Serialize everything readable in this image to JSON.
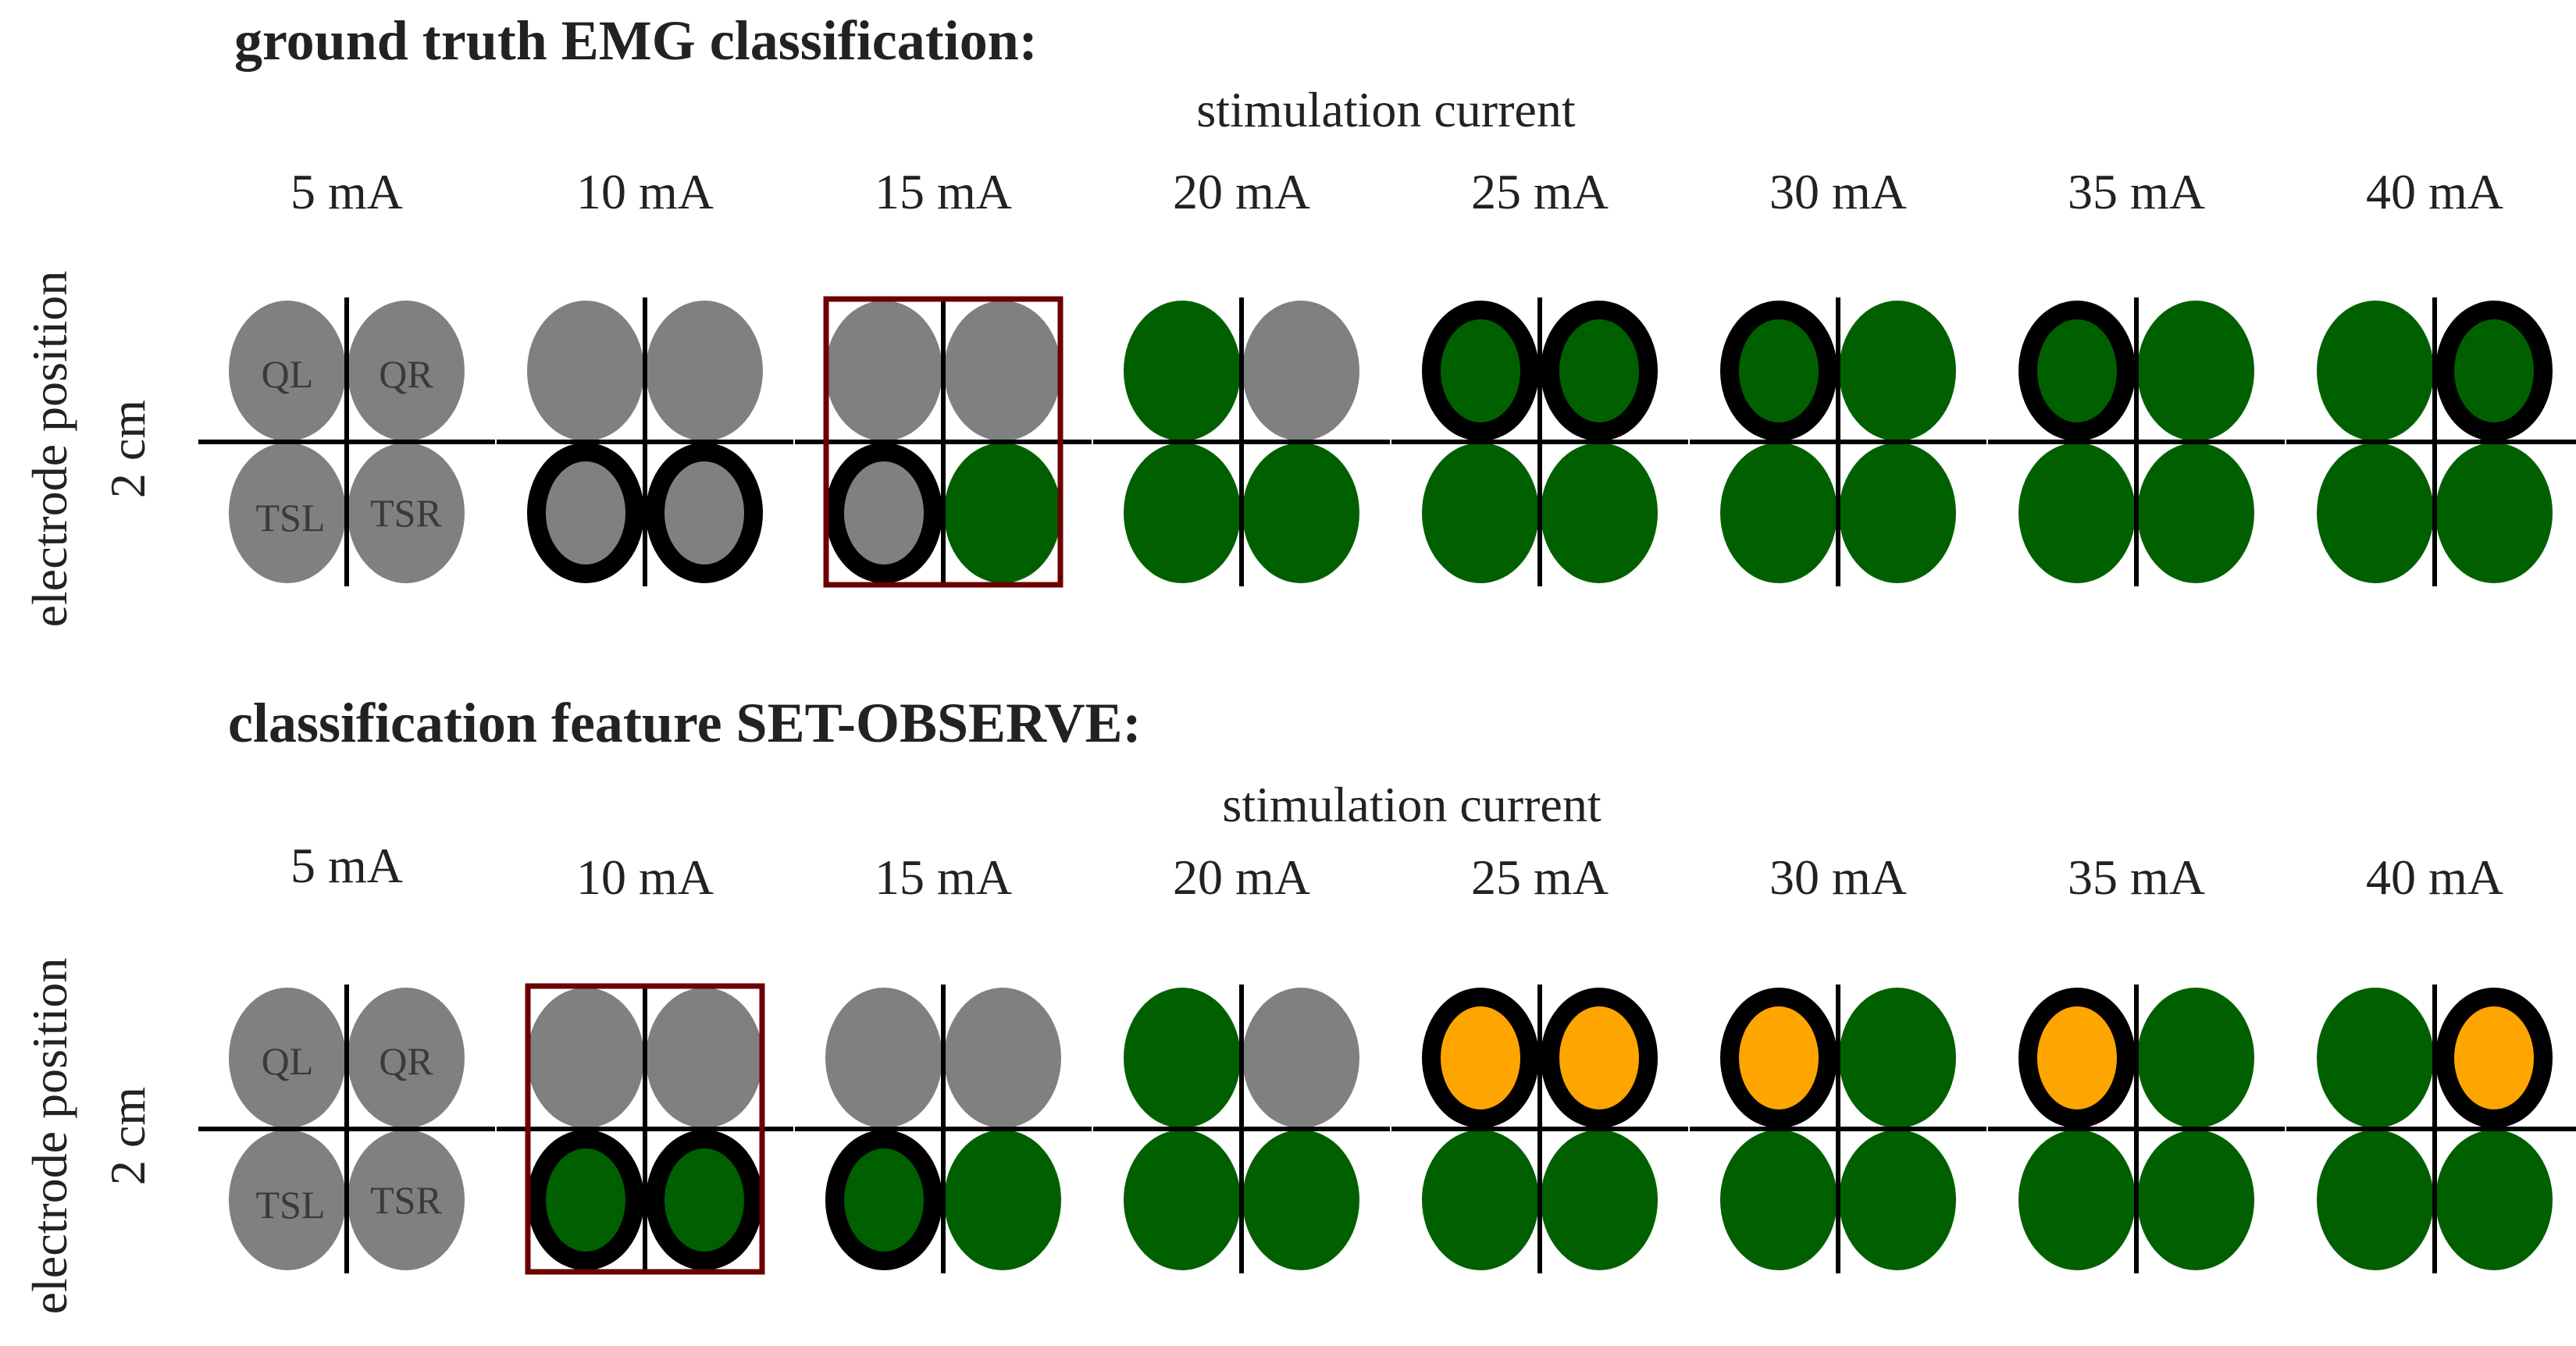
{
  "colors": {
    "inactive": "#808080",
    "active": "#006000",
    "predicted_active": "#FFA500",
    "outline": "#000000",
    "highlight_box": "#6B0000",
    "text": "#222222"
  },
  "panels": [
    {
      "title": "ground truth EMG classification:",
      "xlabel": "stimulation current",
      "ylabel_line1": "electrode position",
      "ylabel_line2": "2 cm",
      "muscle_labels": [
        "QL",
        "QR",
        "TSL",
        "TSR"
      ],
      "currents": [
        "5 mA",
        "10 mA",
        "15 mA",
        "20 mA",
        "25 mA",
        "30 mA",
        "35 mA",
        "40 mA"
      ],
      "highlight_index": 2,
      "states": [
        {
          "fill": [
            "gray",
            "gray",
            "gray",
            "gray"
          ],
          "ring": [
            false,
            false,
            false,
            false
          ]
        },
        {
          "fill": [
            "gray",
            "gray",
            "gray",
            "gray"
          ],
          "ring": [
            false,
            false,
            true,
            true
          ]
        },
        {
          "fill": [
            "gray",
            "gray",
            "gray",
            "green"
          ],
          "ring": [
            false,
            false,
            true,
            false
          ]
        },
        {
          "fill": [
            "green",
            "gray",
            "green",
            "green"
          ],
          "ring": [
            false,
            false,
            false,
            false
          ]
        },
        {
          "fill": [
            "green",
            "green",
            "green",
            "green"
          ],
          "ring": [
            true,
            true,
            false,
            false
          ]
        },
        {
          "fill": [
            "green",
            "green",
            "green",
            "green"
          ],
          "ring": [
            true,
            false,
            false,
            false
          ]
        },
        {
          "fill": [
            "green",
            "green",
            "green",
            "green"
          ],
          "ring": [
            true,
            false,
            false,
            false
          ]
        },
        {
          "fill": [
            "green",
            "green",
            "green",
            "green"
          ],
          "ring": [
            false,
            true,
            false,
            false
          ]
        }
      ]
    },
    {
      "title": "classification feature SET-OBSERVE:",
      "xlabel": "stimulation current",
      "ylabel_line1": "electrode position",
      "ylabel_line2": "2 cm",
      "muscle_labels": [
        "QL",
        "QR",
        "TSL",
        "TSR"
      ],
      "currents": [
        "5 mA",
        "10 mA",
        "15 mA",
        "20 mA",
        "25 mA",
        "30 mA",
        "35 mA",
        "40 mA"
      ],
      "highlight_index": 1,
      "states": [
        {
          "fill": [
            "gray",
            "gray",
            "gray",
            "gray"
          ],
          "ring": [
            false,
            false,
            false,
            false
          ]
        },
        {
          "fill": [
            "gray",
            "gray",
            "green",
            "green"
          ],
          "ring": [
            false,
            false,
            true,
            true
          ]
        },
        {
          "fill": [
            "gray",
            "gray",
            "green",
            "green"
          ],
          "ring": [
            false,
            false,
            true,
            false
          ]
        },
        {
          "fill": [
            "green",
            "gray",
            "green",
            "green"
          ],
          "ring": [
            false,
            false,
            false,
            false
          ]
        },
        {
          "fill": [
            "orange",
            "orange",
            "green",
            "green"
          ],
          "ring": [
            true,
            true,
            false,
            false
          ]
        },
        {
          "fill": [
            "orange",
            "green",
            "green",
            "green"
          ],
          "ring": [
            true,
            false,
            false,
            false
          ]
        },
        {
          "fill": [
            "orange",
            "green",
            "green",
            "green"
          ],
          "ring": [
            true,
            false,
            false,
            false
          ]
        },
        {
          "fill": [
            "green",
            "orange",
            "green",
            "green"
          ],
          "ring": [
            false,
            true,
            false,
            false
          ]
        }
      ]
    }
  ]
}
